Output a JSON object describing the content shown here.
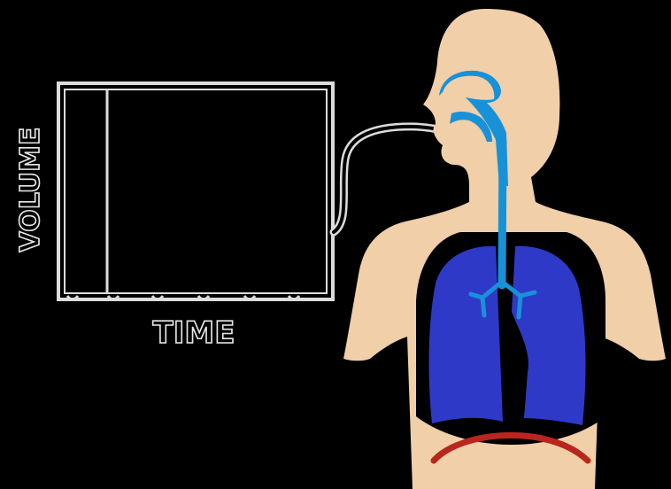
{
  "labels": {
    "y_axis": "VOLUME",
    "x_axis": "TIME"
  },
  "colors": {
    "background": "#000000",
    "skin": "#f0cfa9",
    "lungs": "#2f39c8",
    "airway": "#1792d8",
    "diaphragm": "#b8261e",
    "recorder_frame": "#dcdcdc",
    "tube": "#dcdcdc"
  },
  "icons": [
    "spirometer-recorder",
    "breathing-tube",
    "human-torso",
    "lungs",
    "trachea",
    "diaphragm"
  ]
}
